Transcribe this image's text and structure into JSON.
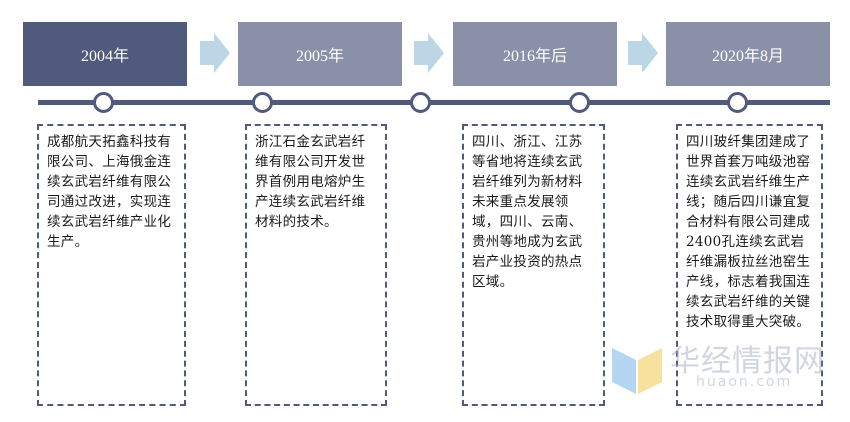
{
  "milestones": [
    {
      "year": "2004年",
      "text": "成都航天拓鑫科技有限公司、上海俄金连续玄武岩纤维有限公司通过改进，实现连续玄武岩纤维产业化生产。"
    },
    {
      "year": "2005年",
      "text": "浙江石金玄武岩纤维有限公司开发世界首例用电熔炉生产连续玄武岩纤维材料的技术。"
    },
    {
      "year": "2016年后",
      "text": "四川、浙江、江苏等省地将连续玄武岩纤维列为新材料未来重点发展领域，四川、云南、贵州等地成为玄武岩产业投资的热点区域。"
    },
    {
      "year": "2020年8月",
      "text": "四川玻纤集团建成了世界首套万吨级池窑连续玄武岩纤维生产线；随后四川谦宜复合材料有限公司建成2400孔连续玄武岩纤维漏板拉丝池窑生产线，标志着我国连续玄武岩纤维的关键技术取得重大突破。"
    }
  ],
  "watermark": {
    "text": "华经情报网",
    "url": "huaon.com"
  },
  "colors": {
    "header_dark": "#4f5a7c",
    "header_light": "#8a90a8",
    "arrow": "#bcd6e6",
    "line": "#4f5a7c"
  }
}
